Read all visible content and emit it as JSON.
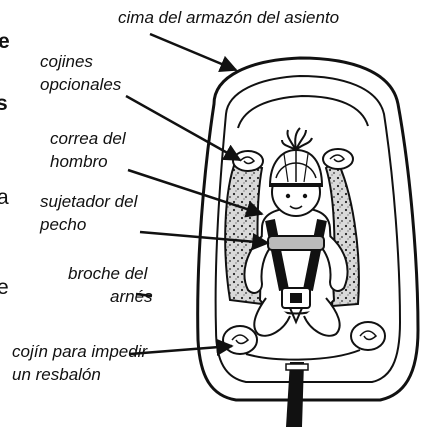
{
  "cropped_text": {
    "line1": "e",
    "line2": "s",
    "line3": "a",
    "line4": "e"
  },
  "labels": {
    "shell_top": "cima del armazón del asiento",
    "cushions": [
      "cojines",
      "opcionales"
    ],
    "shoulder_strap": [
      "correa del",
      "hombro"
    ],
    "chest_clip": [
      "sujetador del",
      "pecho"
    ],
    "harness_buckle": [
      "broche del",
      "arnés"
    ],
    "anti_slip": [
      "cojín para impedir",
      "un resbalón"
    ]
  }
}
